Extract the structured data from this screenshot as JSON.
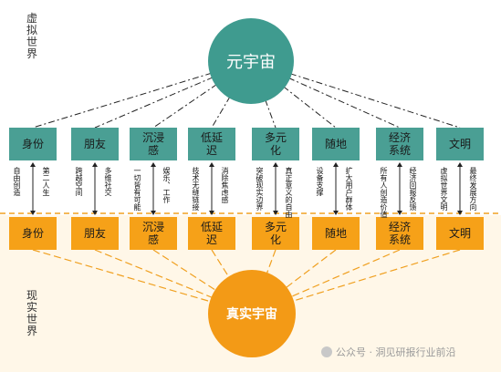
{
  "virtual_label": "虚拟世界",
  "real_label": "现实世界",
  "top_circle": "元宇宙",
  "bottom_circle": "真实宇宙",
  "virtual_features": [
    "身份",
    "朋友",
    "沉浸感",
    "低延迟",
    "多元化",
    "随地",
    "经济系统",
    "文明"
  ],
  "real_features": [
    "身份",
    "朋友",
    "沉浸感",
    "低延迟",
    "多元化",
    "随地",
    "经济系统",
    "文明"
  ],
  "annotations": [
    {
      "left": "自由创造",
      "right": "第二人生"
    },
    {
      "left": "跨越空间",
      "right": "多维社交"
    },
    {
      "left": "一切皆有可能",
      "right": "娱乐、工作"
    },
    {
      "left": "技术无缝链接",
      "right": "消除焦虑感"
    },
    {
      "left": "突破现实边界",
      "right": "真正意义的自由"
    },
    {
      "left": "设备支撑",
      "right": "扩大用户群体"
    },
    {
      "left": "所有人创造价值",
      "right": "经济回报反馈"
    },
    {
      "left": "虚拟世界文明",
      "right": "最终发展方向"
    }
  ],
  "watermark": "公众号 · 洞见研报行业前沿",
  "colors": {
    "virtual": "#4a9f94",
    "virtual_circle": "#3f9b8f",
    "real": "#f6a118",
    "real_circle": "#f39a16",
    "line": "#222222"
  }
}
